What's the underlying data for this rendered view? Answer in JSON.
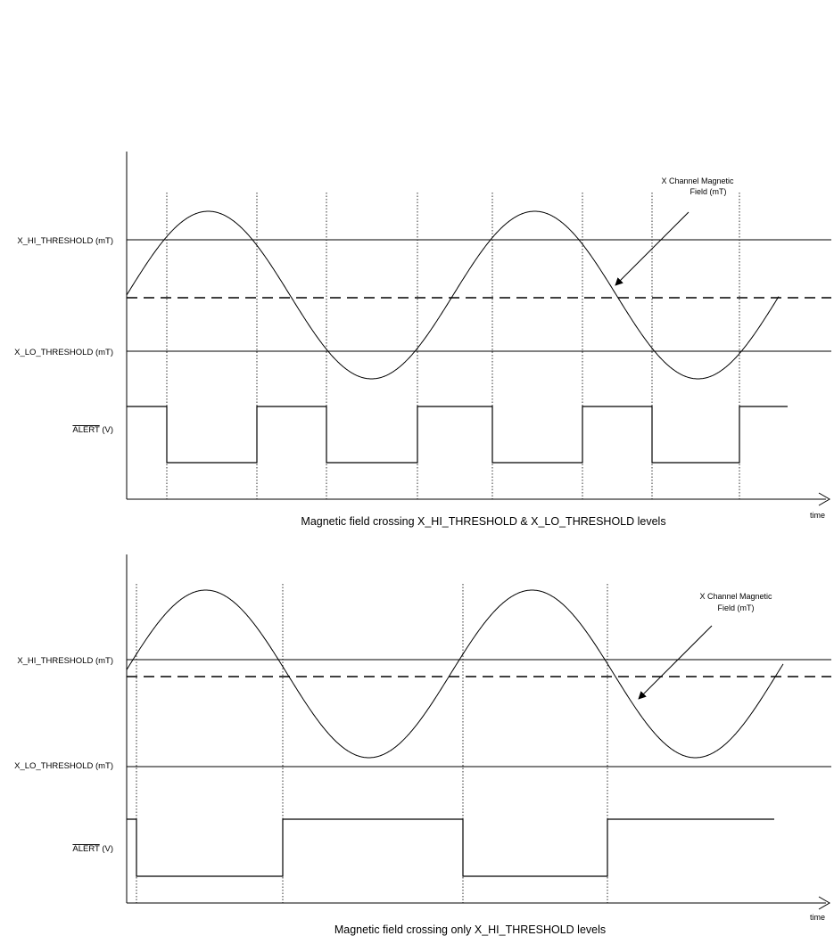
{
  "panels": [
    {
      "y_labels": {
        "hi": "X_HI_THRESHOLD (mT)",
        "lo": "X_LO_THRESHOLD (mT)",
        "alert": "ALERT",
        "alert_unit": " (V)"
      },
      "time_label": "time",
      "caption": "Magnetic field crossing X_HI_THRESHOLD & X_LO_THRESHOLD levels",
      "annotation": [
        "X Channel Magnetic",
        "Field (mT)"
      ]
    },
    {
      "y_labels": {
        "hi": "X_HI_THRESHOLD (mT)",
        "lo": "X_LO_THRESHOLD (mT)",
        "alert": "ALERT",
        "alert_unit": " (V)"
      },
      "time_label": "time",
      "caption": "Magnetic field crossing only X_HI_THRESHOLD levels",
      "annotation": [
        "X Channel Magnetic",
        "Field (mT)"
      ]
    }
  ]
}
